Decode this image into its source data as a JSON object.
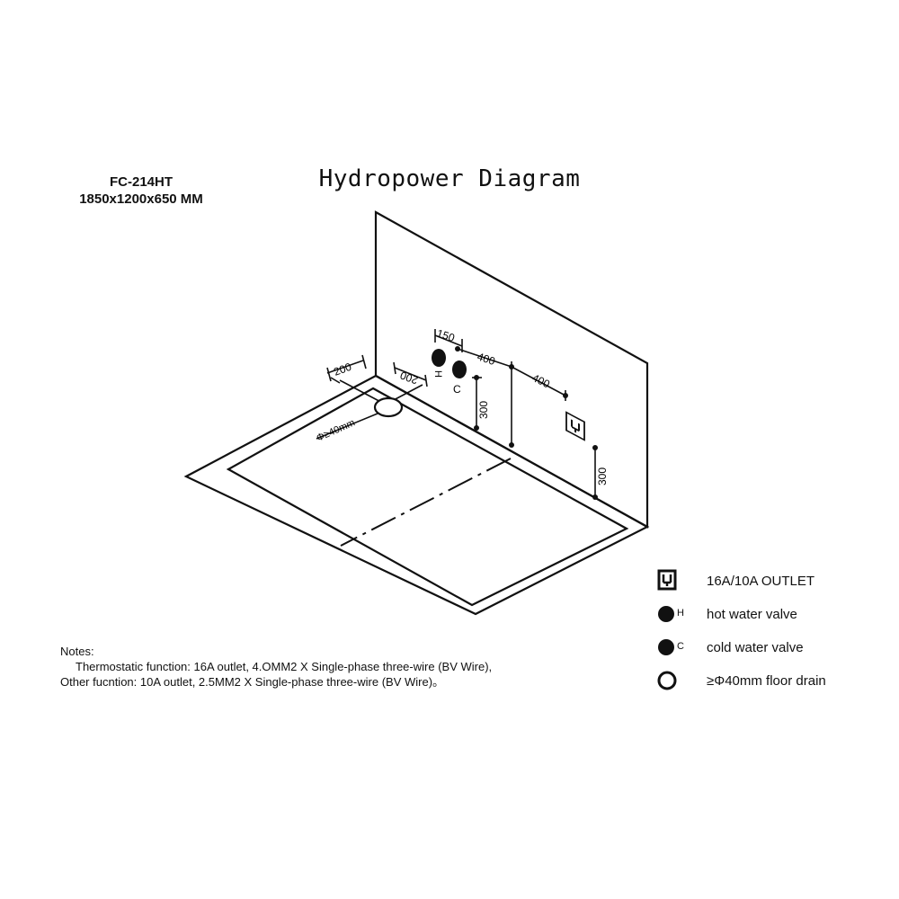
{
  "header": {
    "model": "FC-214HT",
    "size": "1850x1200x650 MM",
    "title": "Hydropower Diagram"
  },
  "diagram": {
    "dim_top_gap": "150",
    "dim_c_to_post": "400",
    "dim_post_to_outlet": "400",
    "dim_valve_height": "300",
    "dim_outlet_height": "300",
    "dim_drain_x": "200",
    "dim_drain_y": "200",
    "drain_label": "Φ≥40mm",
    "hot_marker": "H",
    "cold_marker": "C"
  },
  "legend": {
    "outlet": "16A/10A OUTLET",
    "hot_letter": "H",
    "hot": "hot water valve",
    "cold_letter": "C",
    "cold": "cold water valve",
    "drain": "≥Φ40mm floor drain"
  },
  "notes": {
    "heading": "Notes:",
    "line1": "Thermostatic function: 16A outlet, 4.OMM2 X Single-phase three-wire (BV Wire),",
    "line2": "Other fucntion: 10A outlet, 2.5MM2 X Single-phase three-wire (BV Wire)。"
  },
  "colors": {
    "ink": "#111111",
    "background": "#ffffff"
  }
}
